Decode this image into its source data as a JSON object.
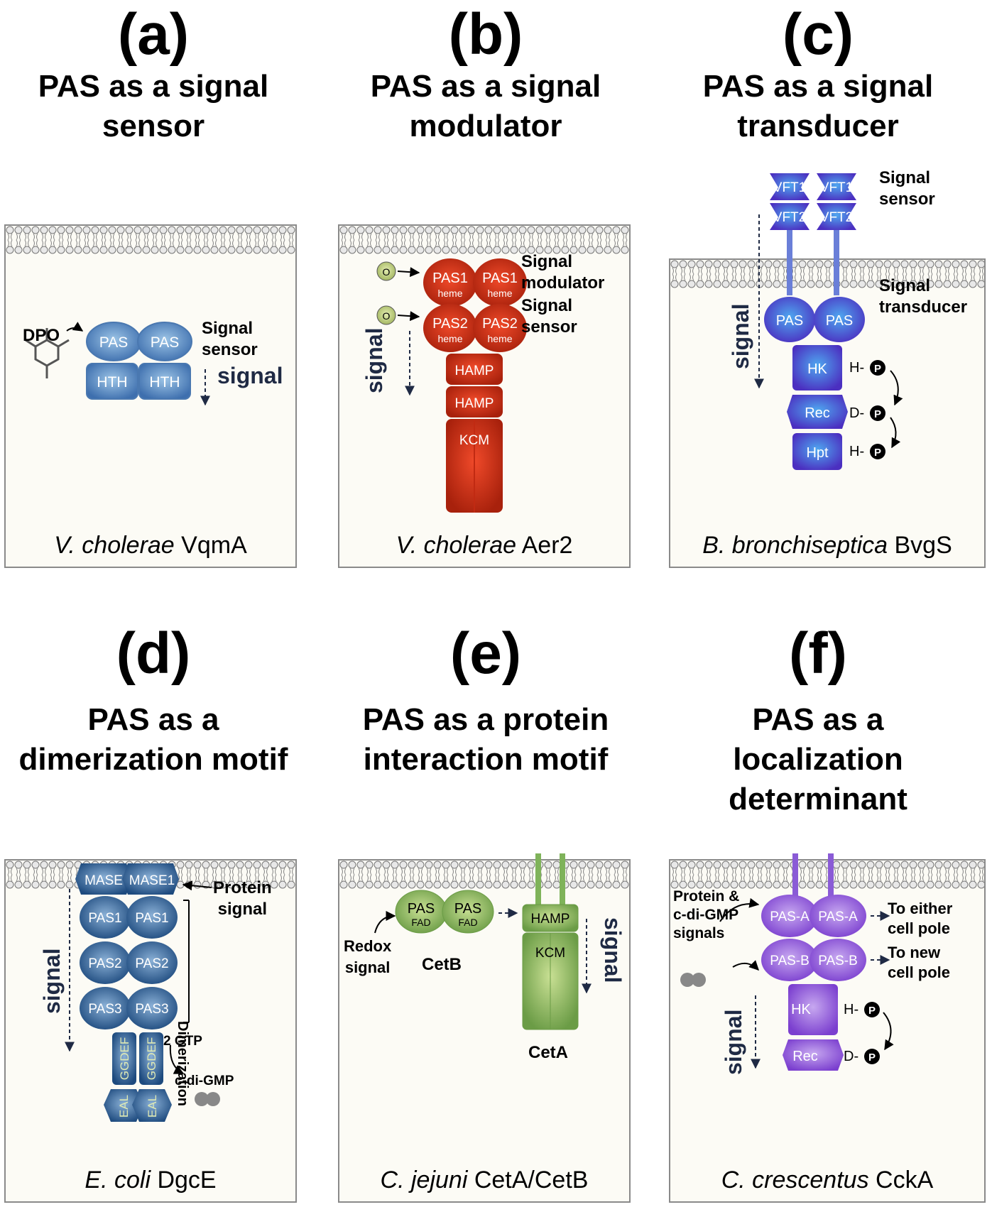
{
  "panels": {
    "a": {
      "letter": "(a)",
      "title": [
        "PAS as a signal",
        "sensor"
      ],
      "labels": {
        "ligand": "DPO",
        "role": [
          "Signal",
          "sensor"
        ],
        "signal": "signal"
      },
      "domains": [
        "PAS",
        "PAS",
        "HTH",
        "HTH"
      ],
      "caption": {
        "species": "V. cholerae",
        "protein": "VqmA"
      }
    },
    "b": {
      "letter": "(b)",
      "title": [
        "PAS as a signal",
        "modulator"
      ],
      "labels": {
        "role1": [
          "Signal",
          "modulator"
        ],
        "role2": [
          "Signal",
          "sensor"
        ],
        "signal": "signal",
        "o2": "O2"
      },
      "domains": [
        "PAS1",
        "PAS1",
        "PAS2",
        "PAS2",
        "HAMP",
        "HAMP",
        "KCM"
      ],
      "sublabel": "heme",
      "caption": {
        "species": "V. cholerae",
        "protein": "Aer2"
      }
    },
    "c": {
      "letter": "(c)",
      "title": [
        "PAS as a signal",
        "transducer"
      ],
      "labels": {
        "role1": [
          "Signal",
          "sensor"
        ],
        "role2": [
          "Signal",
          "transducer"
        ],
        "signal": "signal",
        "h1": "H-",
        "d": "D-",
        "h2": "H-",
        "p": "P"
      },
      "domains": [
        "VFT1",
        "VFT1",
        "VFT2",
        "VFT2",
        "PAS",
        "PAS",
        "HK",
        "Rec",
        "Hpt"
      ],
      "caption": {
        "species": "B. bronchiseptica",
        "protein": "BvgS"
      }
    },
    "d": {
      "letter": "(d)",
      "title": [
        "PAS as a",
        "dimerization motif"
      ],
      "labels": {
        "protein": [
          "Protein",
          "signal"
        ],
        "dimer": "Dimerization",
        "signal": "signal",
        "gtp": "2 GTP",
        "cdg": "c-di-GMP"
      },
      "domains": [
        "MASE",
        "MASE1",
        "PAS1",
        "PAS1",
        "PAS2",
        "PAS2",
        "PAS3",
        "PAS3",
        "GGDEF",
        "GGDEF",
        "EAL",
        "EAL"
      ],
      "caption": {
        "species": "E. coli",
        "protein": "DgcE"
      }
    },
    "e": {
      "letter": "(e)",
      "title": [
        "PAS as a protein",
        "interaction motif"
      ],
      "labels": {
        "redox": [
          "Redox",
          "signal"
        ],
        "cetb": "CetB",
        "ceta": "CetA",
        "signal": "signal"
      },
      "domains": [
        "PAS",
        "PAS",
        "HAMP",
        "KCM"
      ],
      "sublabel": "FAD",
      "caption": {
        "species": "C. jejuni",
        "protein": "CetA/CetB"
      }
    },
    "f": {
      "letter": "(f)",
      "title": [
        "PAS as a",
        "localization",
        "determinant"
      ],
      "labels": {
        "input": [
          "Protein &",
          "c-di-GMP",
          "signals"
        ],
        "out1": [
          "To either",
          "cell pole"
        ],
        "out2": [
          "To new",
          "cell pole"
        ],
        "signal": "signal",
        "h": "H-",
        "d": "D-",
        "p": "P"
      },
      "domains": [
        "PAS-A",
        "PAS-A",
        "PAS-B",
        "PAS-B",
        "HK",
        "Rec"
      ],
      "caption": {
        "species": "C. crescentus",
        "protein": "CckA"
      }
    }
  }
}
